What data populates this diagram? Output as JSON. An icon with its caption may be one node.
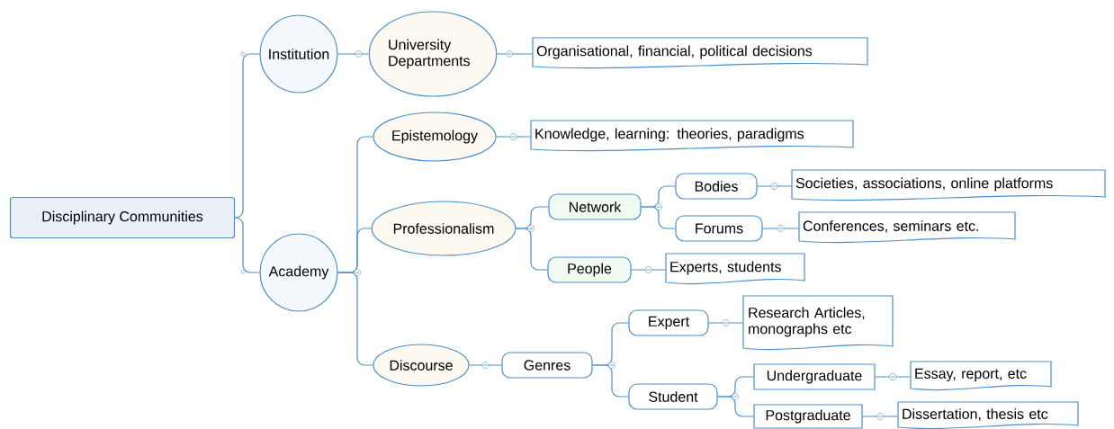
{
  "diagram": {
    "nodes": [
      {
        "text": [
          "Disciplinary Communities"
        ]
      },
      {
        "text": [
          "Institution"
        ]
      },
      {
        "text": [
          "Academy"
        ]
      },
      {
        "text": [
          "University Departments"
        ]
      },
      {
        "text": [
          "Organisational, financial, political decisions"
        ]
      },
      {
        "text": [
          "Epistemology"
        ]
      },
      {
        "text": [
          "Knowledge, learning: theories, paradigms"
        ]
      },
      {
        "text": [
          "Professionalism"
        ]
      },
      {
        "text": [
          "Network"
        ]
      },
      {
        "text": [
          "People"
        ]
      },
      {
        "text": [
          "Bodies"
        ]
      },
      {
        "text": [
          "Forums"
        ]
      },
      {
        "text": [
          "Societies, associations, online platforms"
        ]
      },
      {
        "text": [
          "Conferences, seminars etc."
        ]
      },
      {
        "text": [
          "Experts, students"
        ]
      },
      {
        "text": [
          "Discourse"
        ]
      },
      {
        "text": [
          "Genres"
        ]
      },
      {
        "text": [
          "Expert"
        ]
      },
      {
        "text": [
          "Student"
        ]
      },
      {
        "text": [
          "Research Articles, monographs etc"
        ]
      },
      {
        "text": [
          "Undergraduate"
        ]
      },
      {
        "text": [
          "Postgraduate"
        ]
      },
      {
        "text": [
          "Essay, report, etc"
        ]
      },
      {
        "text": [
          "Dissertation, thesis etc"
        ]
      }
    ],
    "edges": [
      {
        "from": 0,
        "to": 1,
        "arrow": "none"
      },
      {
        "from": 0,
        "to": 2,
        "arrow": "none"
      },
      {
        "from": 1,
        "to": 3,
        "arrow": "none"
      },
      {
        "from": 3,
        "to": 4,
        "arrow": "none"
      },
      {
        "from": 2,
        "to": 5,
        "arrow": "none"
      },
      {
        "from": 5,
        "to": 6,
        "arrow": "none"
      },
      {
        "from": 2,
        "to": 7,
        "arrow": "none"
      },
      {
        "from": 7,
        "to": 8,
        "arrow": "none"
      },
      {
        "from": 7,
        "to": 9,
        "arrow": "none"
      },
      {
        "from": 8,
        "to": 10,
        "arrow": "none"
      },
      {
        "from": 8,
        "to": 11,
        "arrow": "none"
      },
      {
        "from": 10,
        "to": 12,
        "arrow": "none"
      },
      {
        "from": 11,
        "to": 13,
        "arrow": "none"
      },
      {
        "from": 9,
        "to": 14,
        "arrow": "none"
      },
      {
        "from": 2,
        "to": 15,
        "arrow": "none"
      },
      {
        "from": 15,
        "to": 16,
        "arrow": "none"
      },
      {
        "from": 16,
        "to": 17,
        "arrow": "none"
      },
      {
        "from": 16,
        "to": 18,
        "arrow": "none"
      },
      {
        "from": 17,
        "to": 19,
        "arrow": "none"
      },
      {
        "from": 18,
        "to": 20,
        "arrow": "none"
      },
      {
        "from": 18,
        "to": 21,
        "arrow": "none"
      },
      {
        "from": 20,
        "to": 22,
        "arrow": "none"
      },
      {
        "from": 21,
        "to": 23,
        "arrow": "none"
      }
    ]
  }
}
